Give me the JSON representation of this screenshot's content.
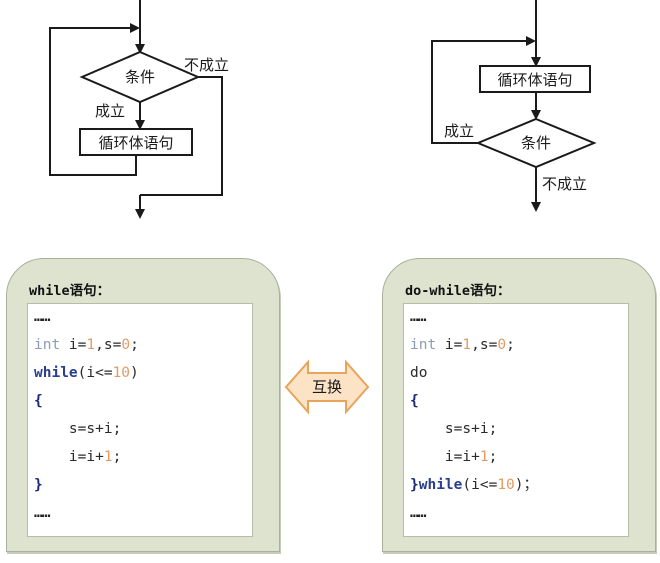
{
  "flowchart_while": {
    "condition": "条件",
    "no_label": "不成立",
    "yes_label": "成立",
    "body": "循环体语句"
  },
  "flowchart_do_while": {
    "body": "循环体语句",
    "condition": "条件",
    "yes_label": "成立",
    "no_label": "不成立"
  },
  "while_card": {
    "title_keyword": "while",
    "title_suffix": "语句：",
    "line1": "……",
    "line2_type": "int",
    "line2_a": " i=",
    "line2_n1": "1",
    "line2_b": ",s=",
    "line2_n2": "0",
    "line2_c": ";",
    "line3_kw": "while",
    "line3_a": "(i<=",
    "line3_n": "10",
    "line3_b": ")",
    "line4": "{",
    "line5": "    s=s+i;",
    "line6_a": "    i=i+",
    "line6_n": "1",
    "line6_b": ";",
    "line7": "}",
    "line8": "……"
  },
  "do_while_card": {
    "title_keyword": "do-while",
    "title_suffix": "语句：",
    "line1": "……",
    "line2_type": "int",
    "line2_a": " i=",
    "line2_n1": "1",
    "line2_b": ",s=",
    "line2_n2": "0",
    "line2_c": ";",
    "line3": "do",
    "line4": "{",
    "line5": "    s=s+i;",
    "line6_a": "    i=i+",
    "line6_n": "1",
    "line6_b": ";",
    "line7_brace": "}",
    "line7_kw": "while",
    "line7_a": "(i<=",
    "line7_n": "10",
    "line7_b": ")；",
    "line8": "……"
  },
  "swap_label": "互换",
  "colors": {
    "card_bg": "#dde3cf",
    "swap_fill": "#fce3c6",
    "swap_stroke": "#e8a45a",
    "keyword_blue": "#2a3f8e",
    "number_orange": "#e39a63"
  }
}
